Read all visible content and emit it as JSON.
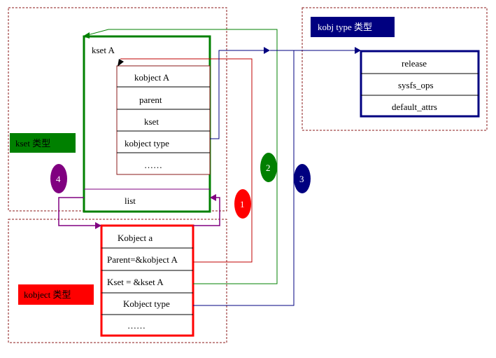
{
  "kset_type_label": "kset 类型",
  "kobject_type_label": "kobject 类型",
  "kobj_type_type_label": "kobj type 类型",
  "kset_block": {
    "title": "kset A",
    "inner_rows": [
      "kobject A",
      "parent",
      "kset",
      "kobject type",
      "……"
    ],
    "list_label": "list"
  },
  "kobj_type_rows": [
    "release",
    "sysfs_ops",
    "default_attrs"
  ],
  "kobject_block": {
    "rows": [
      "Kobject a",
      "Parent=&kobject A",
      "Kset = &kset A",
      "Kobject type",
      "……"
    ]
  },
  "markers": [
    "1",
    "2",
    "3",
    "4"
  ],
  "colors": {
    "frame_dashed": "#8b1a1a",
    "kset_green": "#008000",
    "kobject_red": "#ff0000",
    "kobj_type_navy": "#000080",
    "list_purple": "#800080",
    "arrow_parent": "#c00000",
    "arrow_kset": "#008000",
    "arrow_type": "#000080",
    "arrow_list": "#800080",
    "inner_border": "#8b1a1a"
  }
}
